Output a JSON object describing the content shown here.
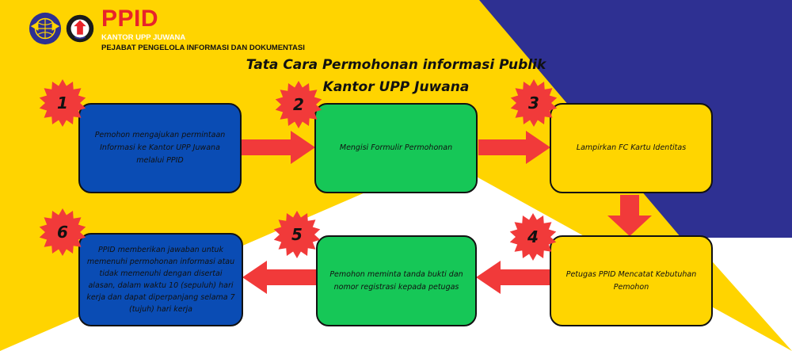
{
  "colors": {
    "yellow": "#FFD400",
    "navy": "#2E3092",
    "white": "#FFFFFF",
    "red": "#F13A3A",
    "brand_red": "#E8232A",
    "box_blue": "#0A4CB4",
    "box_green": "#16C757",
    "box_yellow": "#FFD500"
  },
  "header": {
    "brand": "PPID",
    "office": "KANTOR UPP JUWANA",
    "full_name": "PEJABAT PENGELOLA INFORMASI DAN DOKUMENTASI"
  },
  "title": {
    "line1": "Tata Cara Permohonan informasi Publik",
    "line2": "Kantor UPP Juwana"
  },
  "steps": [
    {
      "number": "1",
      "text": "Pemohon mengajukan permintaan Informasi ke Kantor UPP Juwana melalui PPID",
      "color": "#0A4CB4"
    },
    {
      "number": "2",
      "text": "Mengisi Formulir Permohonan",
      "color": "#16C757"
    },
    {
      "number": "3",
      "text": "Lampirkan FC Kartu Identitas",
      "color": "#FFD500"
    },
    {
      "number": "4",
      "text": "Petugas PPID Mencatat Kebutuhan Pemohon",
      "color": "#FFD500"
    },
    {
      "number": "5",
      "text": "Pemohon meminta tanda bukti dan nomor registrasi kepada petugas",
      "color": "#16C757"
    },
    {
      "number": "6",
      "text": "PPID memberikan jawaban untuk memenuhi permohonan informasi atau tidak memenuhi dengan disertai alasan, dalam waktu 10 (sepuluh) hari kerja dan dapat diperpanjang selama 7 (tujuh) hari kerja",
      "color": "#0A4CB4"
    }
  ],
  "icons": [
    "ministry-logo-icon",
    "upp-emblem-icon",
    "arrow-right-icon",
    "arrow-down-icon",
    "arrow-left-icon",
    "starburst-badge-icon"
  ]
}
